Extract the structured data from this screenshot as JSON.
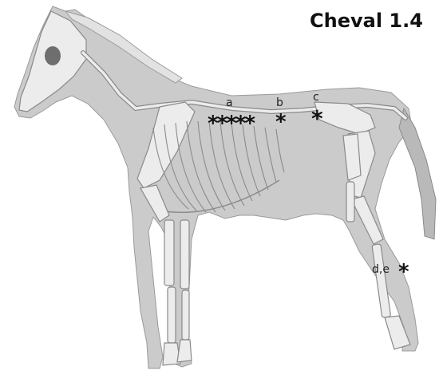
{
  "title": "Cheval 1.4",
  "labels": {
    "a": "a",
    "b": "b",
    "c": "c",
    "de": "d,e"
  },
  "markers": {
    "a": "*****",
    "b": "*",
    "c": "*",
    "de": "*"
  },
  "colors": {
    "body_fill": "#cbcbcb",
    "bone_fill": "#ececec",
    "bone_stroke": "#8a8a8a",
    "eye": "#6e6e6e"
  }
}
